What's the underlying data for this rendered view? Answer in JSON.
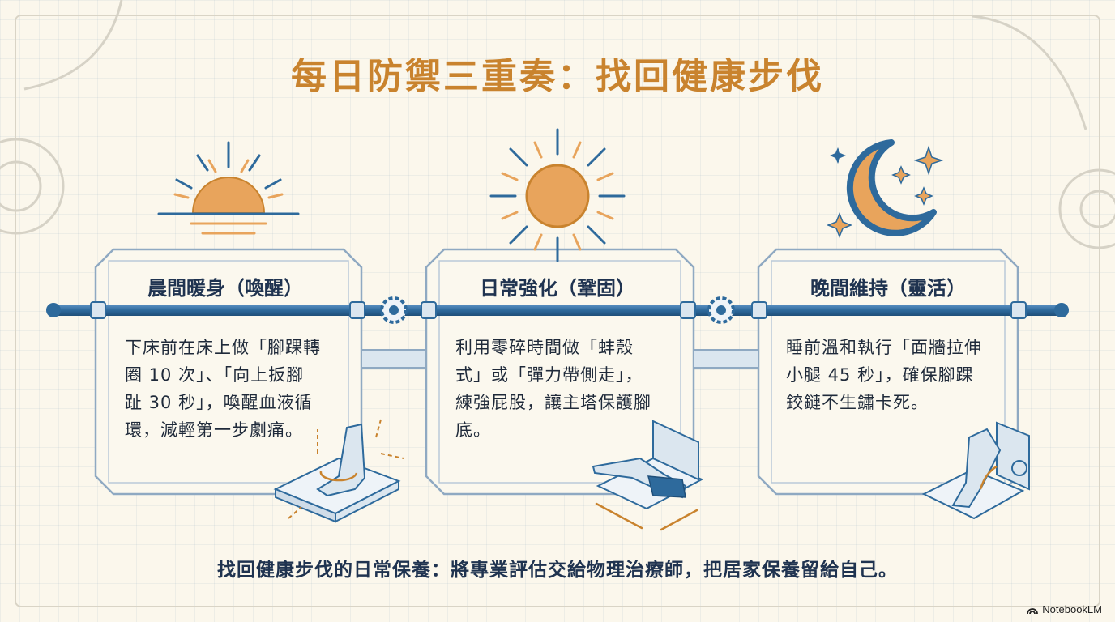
{
  "title": "每日防禦三重奏：找回健康步伐",
  "stages": [
    {
      "heading": "晨間暖身（喚醒）",
      "lines": [
        "下床前在床上做「腳踝轉",
        "圈 10 次」、「向上扳腳",
        "趾 30 秒」，喚醒血液循",
        "環，減輕第一步劇痛。"
      ],
      "icon": "sunrise-icon",
      "illustration": "foot-on-board-icon"
    },
    {
      "heading": "日常強化（鞏固）",
      "lines": [
        "利用零碎時間做「蚌殼",
        "式」或「彈力帶側走」，",
        "練強屁股，讓主塔保護腳",
        "底。"
      ],
      "icon": "sun-icon",
      "illustration": "clamshell-exercise-icon"
    },
    {
      "heading": "晚間維持（靈活）",
      "lines": [
        "睡前溫和執行「面牆拉伸",
        "小腿 45 秒」，確保腳踝",
        "鉸鏈不生鏽卡死。"
      ],
      "icon": "moon-stars-icon",
      "illustration": "calf-stretch-wall-icon"
    }
  ],
  "footer": "找回健康步伐的日常保養：將專業評估交給物理治療師，把居家保養留給自己。",
  "brand": "NotebookLM",
  "colors": {
    "title": "#c9832e",
    "line": "#2e6a9c",
    "orange": "#e8a45c",
    "navy": "#1f3350"
  }
}
